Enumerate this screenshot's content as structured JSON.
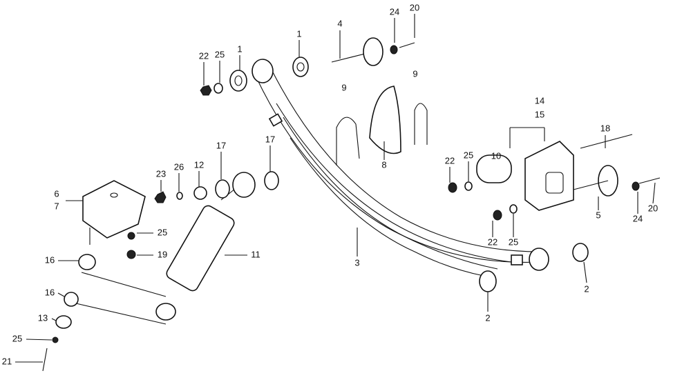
{
  "diagram": {
    "type": "exploded parts diagram - rear leaf spring suspension",
    "callouts": [
      "20",
      "24",
      "4",
      "1",
      "1",
      "22",
      "25",
      "9",
      "9",
      "14",
      "15",
      "18",
      "10",
      "22",
      "25",
      "17",
      "17",
      "23",
      "26",
      "12",
      "8",
      "6",
      "7",
      "5",
      "24",
      "20",
      "25",
      "19",
      "16",
      "11",
      "3",
      "22",
      "25",
      "2",
      "2",
      "16",
      "13",
      "25",
      "21"
    ]
  }
}
